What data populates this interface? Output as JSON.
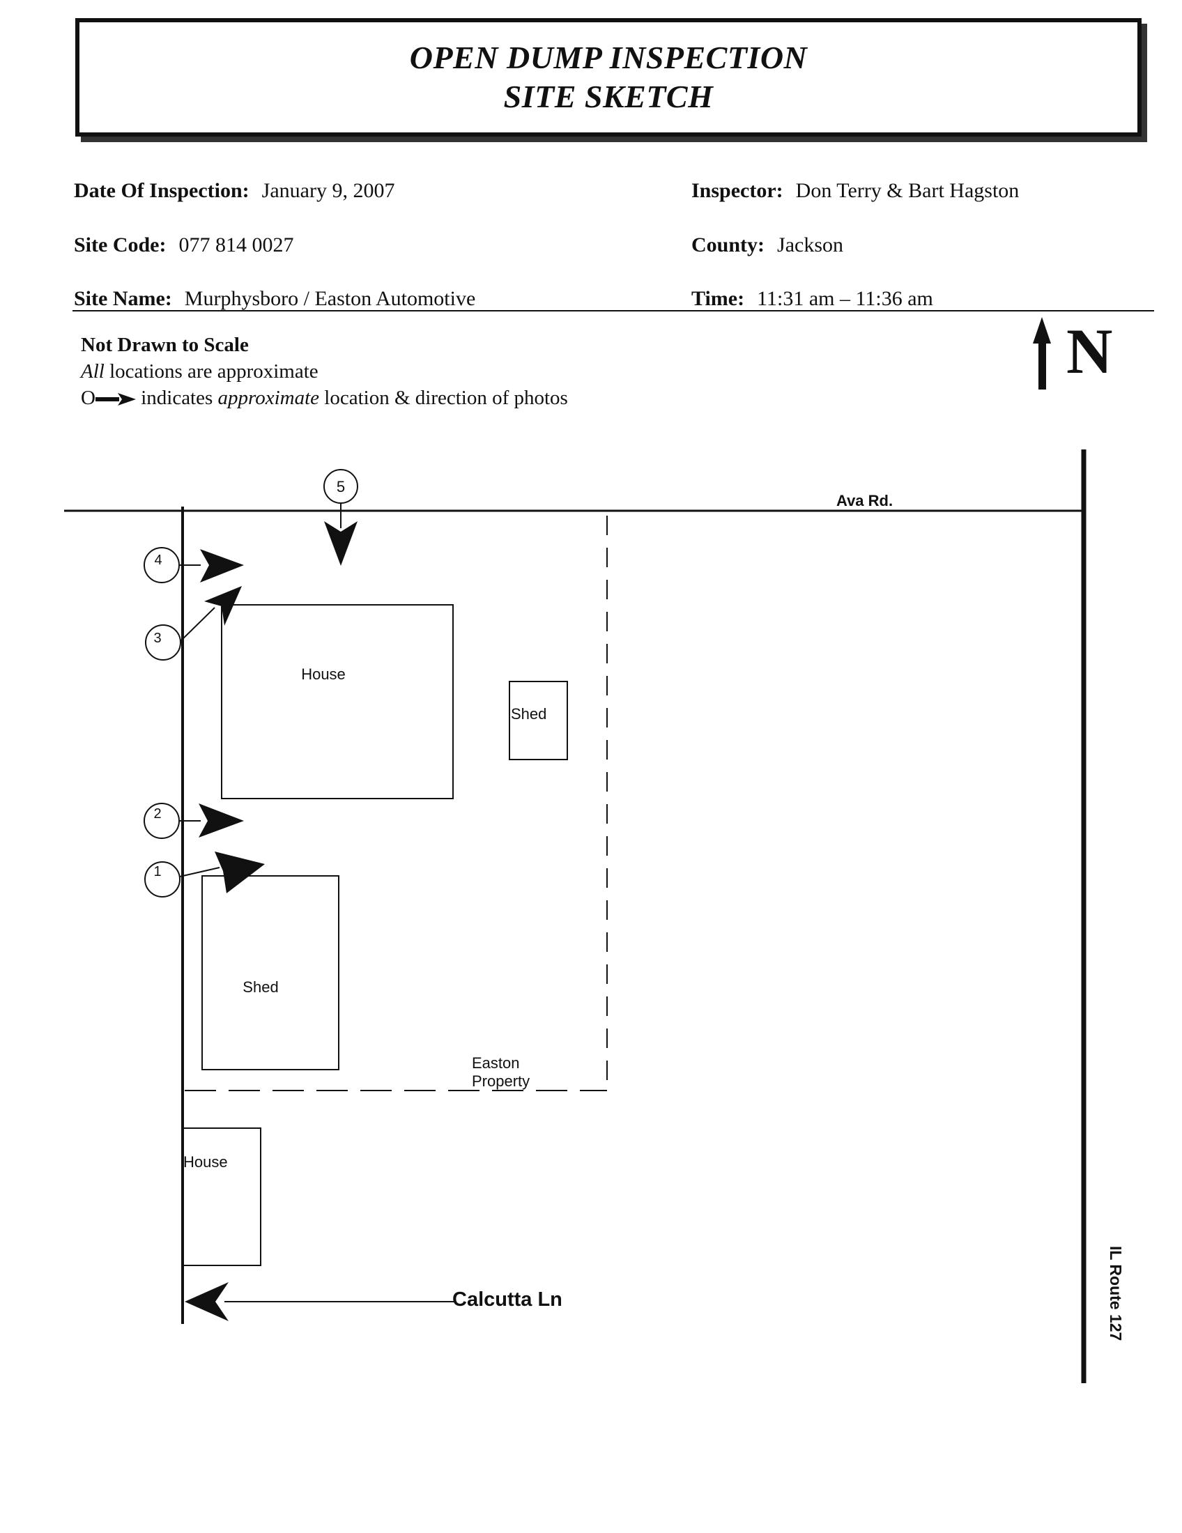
{
  "header": {
    "title_line1": "OPEN DUMP INSPECTION",
    "title_line2": "SITE SKETCH"
  },
  "fields": {
    "date_label": "Date Of Inspection:",
    "date_value": "January 9, 2007",
    "inspector_label": "Inspector:",
    "inspector_value": "Don Terry & Bart Hagston",
    "site_code_label": "Site Code:",
    "site_code_value": "077 814 0027",
    "county_label": "County:",
    "county_value": "Jackson",
    "site_name_label": "Site Name:",
    "site_name_value": "Murphysboro / Easton Automotive",
    "time_label": "Time:",
    "time_value": "11:31 am – 11:36 am"
  },
  "notes": {
    "scale": "Not Drawn to Scale",
    "approx_emph": "All",
    "approx_rest": " locations are approximate",
    "legend_marker": "O",
    "legend_pre": " indicates ",
    "legend_emph": "approximate",
    "legend_post": " location & direction of photos"
  },
  "compass": {
    "letter": "N"
  },
  "sketch": {
    "roads": {
      "ava": "Ava Rd.",
      "route": "IL Route 127",
      "calcutta": "Calcutta Ln"
    },
    "buildings": {
      "house_main": "House",
      "shed_small": "Shed",
      "shed_large": "Shed",
      "house_south": "House"
    },
    "property_line1": "Easton",
    "property_line2": "Property",
    "photos": [
      "1",
      "2",
      "3",
      "4",
      "5"
    ]
  }
}
